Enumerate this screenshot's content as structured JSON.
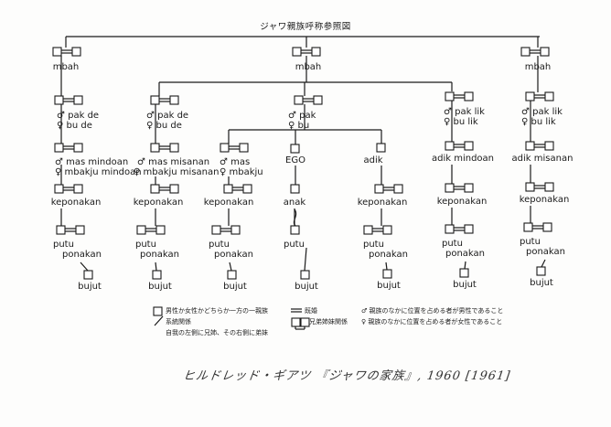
{
  "title": "ジャワ親族呼称参照図",
  "nodes": {
    "mbah_l": "mbah",
    "mbah_c": "mbah",
    "mbah_r": "mbah",
    "pakde_1": "♂ pak de",
    "pakde_2": "♀  bu de",
    "pakde_1b": "♂ pak de",
    "pakde_2b": "♀  bu de",
    "pak": "♂ pak",
    "bu": "♀  bu",
    "paklik_1": "♂ pak lik",
    "paklik_2": "♀  bu lik",
    "paklik_1b": "♂ pak lik",
    "paklik_2b": "♀  bu lik",
    "mindoan_1": "♂ mas mindoan",
    "mindoan_2": "♀ mbakju mindoan",
    "misanan_1": "♂ mas misanan",
    "misanan_2": "♀ mbakju misanan",
    "mas": "♂ mas",
    "mbakju": "♀ mbakju",
    "ego": "EGO",
    "adik": "adik",
    "adik_mindoan": "adik mindoan",
    "adik_misanan": "adik misanan",
    "keponakan": "keponakan",
    "anak": "anak",
    "putu": "putu",
    "ponakan": "ponakan",
    "bujut": "bujut"
  },
  "legend": {
    "item1": "男性か女性かどちらか一方の一親族",
    "item2": "系統関係",
    "item3": "自我の左側に兄姉、その右側に弟妹",
    "item4": "既婚",
    "item5": "兄弟姉妹関係",
    "item6": "♂ 親族のなかに位置を占める者が男性であること",
    "item7": "♀ 親族のなかに位置を占める者が女性であること"
  },
  "caption": "ヒルドレッド・ギアツ 『ジャワの家族』, 1960 [1961]"
}
